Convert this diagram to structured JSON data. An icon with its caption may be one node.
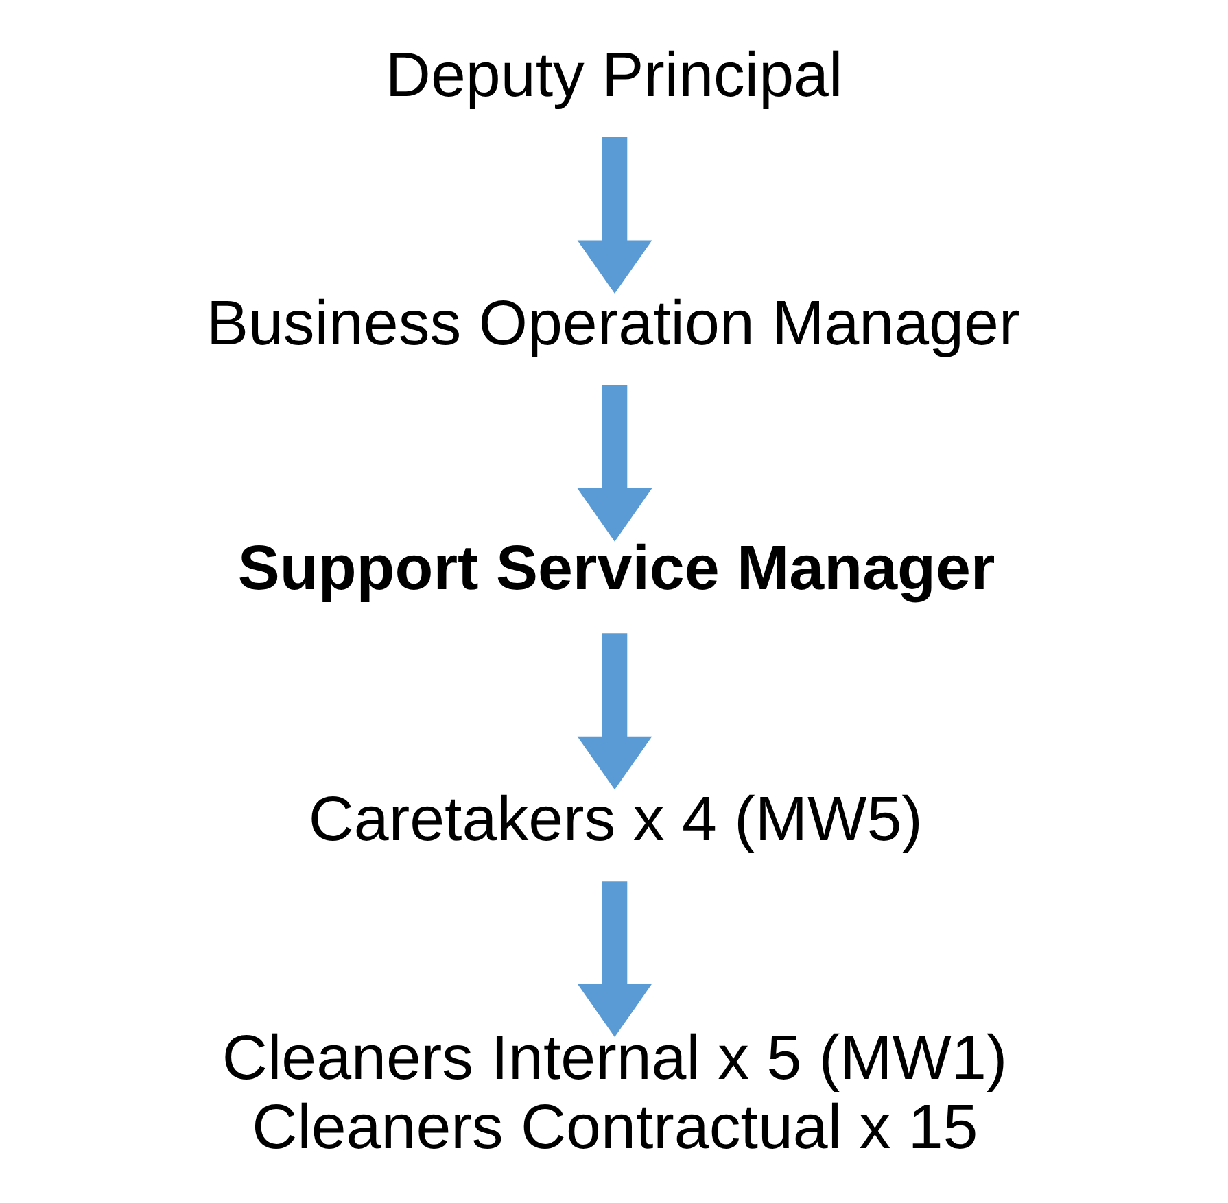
{
  "diagram": {
    "nodes": [
      {
        "text": [
          "Deputy Principal"
        ]
      },
      {
        "text": [
          "Business Operation Manager"
        ]
      },
      {
        "text": [
          "Support Service Manager"
        ]
      },
      {
        "text": [
          "Caretakers x 4 (MW5)"
        ]
      },
      {
        "text": [
          "Cleaners Internal x 5 (MW1)",
          "Cleaners Contractual x 15"
        ]
      }
    ],
    "edges": [
      {
        "from": 0,
        "to": 1,
        "arrow": "to"
      },
      {
        "from": 1,
        "to": 2,
        "arrow": "to"
      },
      {
        "from": 2,
        "to": 3,
        "arrow": "to"
      },
      {
        "from": 3,
        "to": 4,
        "arrow": "to"
      }
    ]
  }
}
